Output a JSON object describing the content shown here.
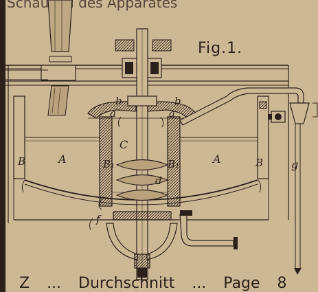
{
  "figure_label": "Fig.1.",
  "top_caption_fragment": "Schaubild des Apparates",
  "bottom_caption_fragment": "Z  ...  Durchschnitt  ...  Page 8",
  "part_labels": {
    "A_left": "A",
    "A_right": "A",
    "B_left": "B",
    "B_right": "B",
    "B1_left": "B₁",
    "B1_right": "B₁",
    "C": "C",
    "a_left": "a",
    "a_right": "a",
    "b_left": "b",
    "b_right": "b",
    "d": "d",
    "f": "f",
    "g": "g"
  }
}
